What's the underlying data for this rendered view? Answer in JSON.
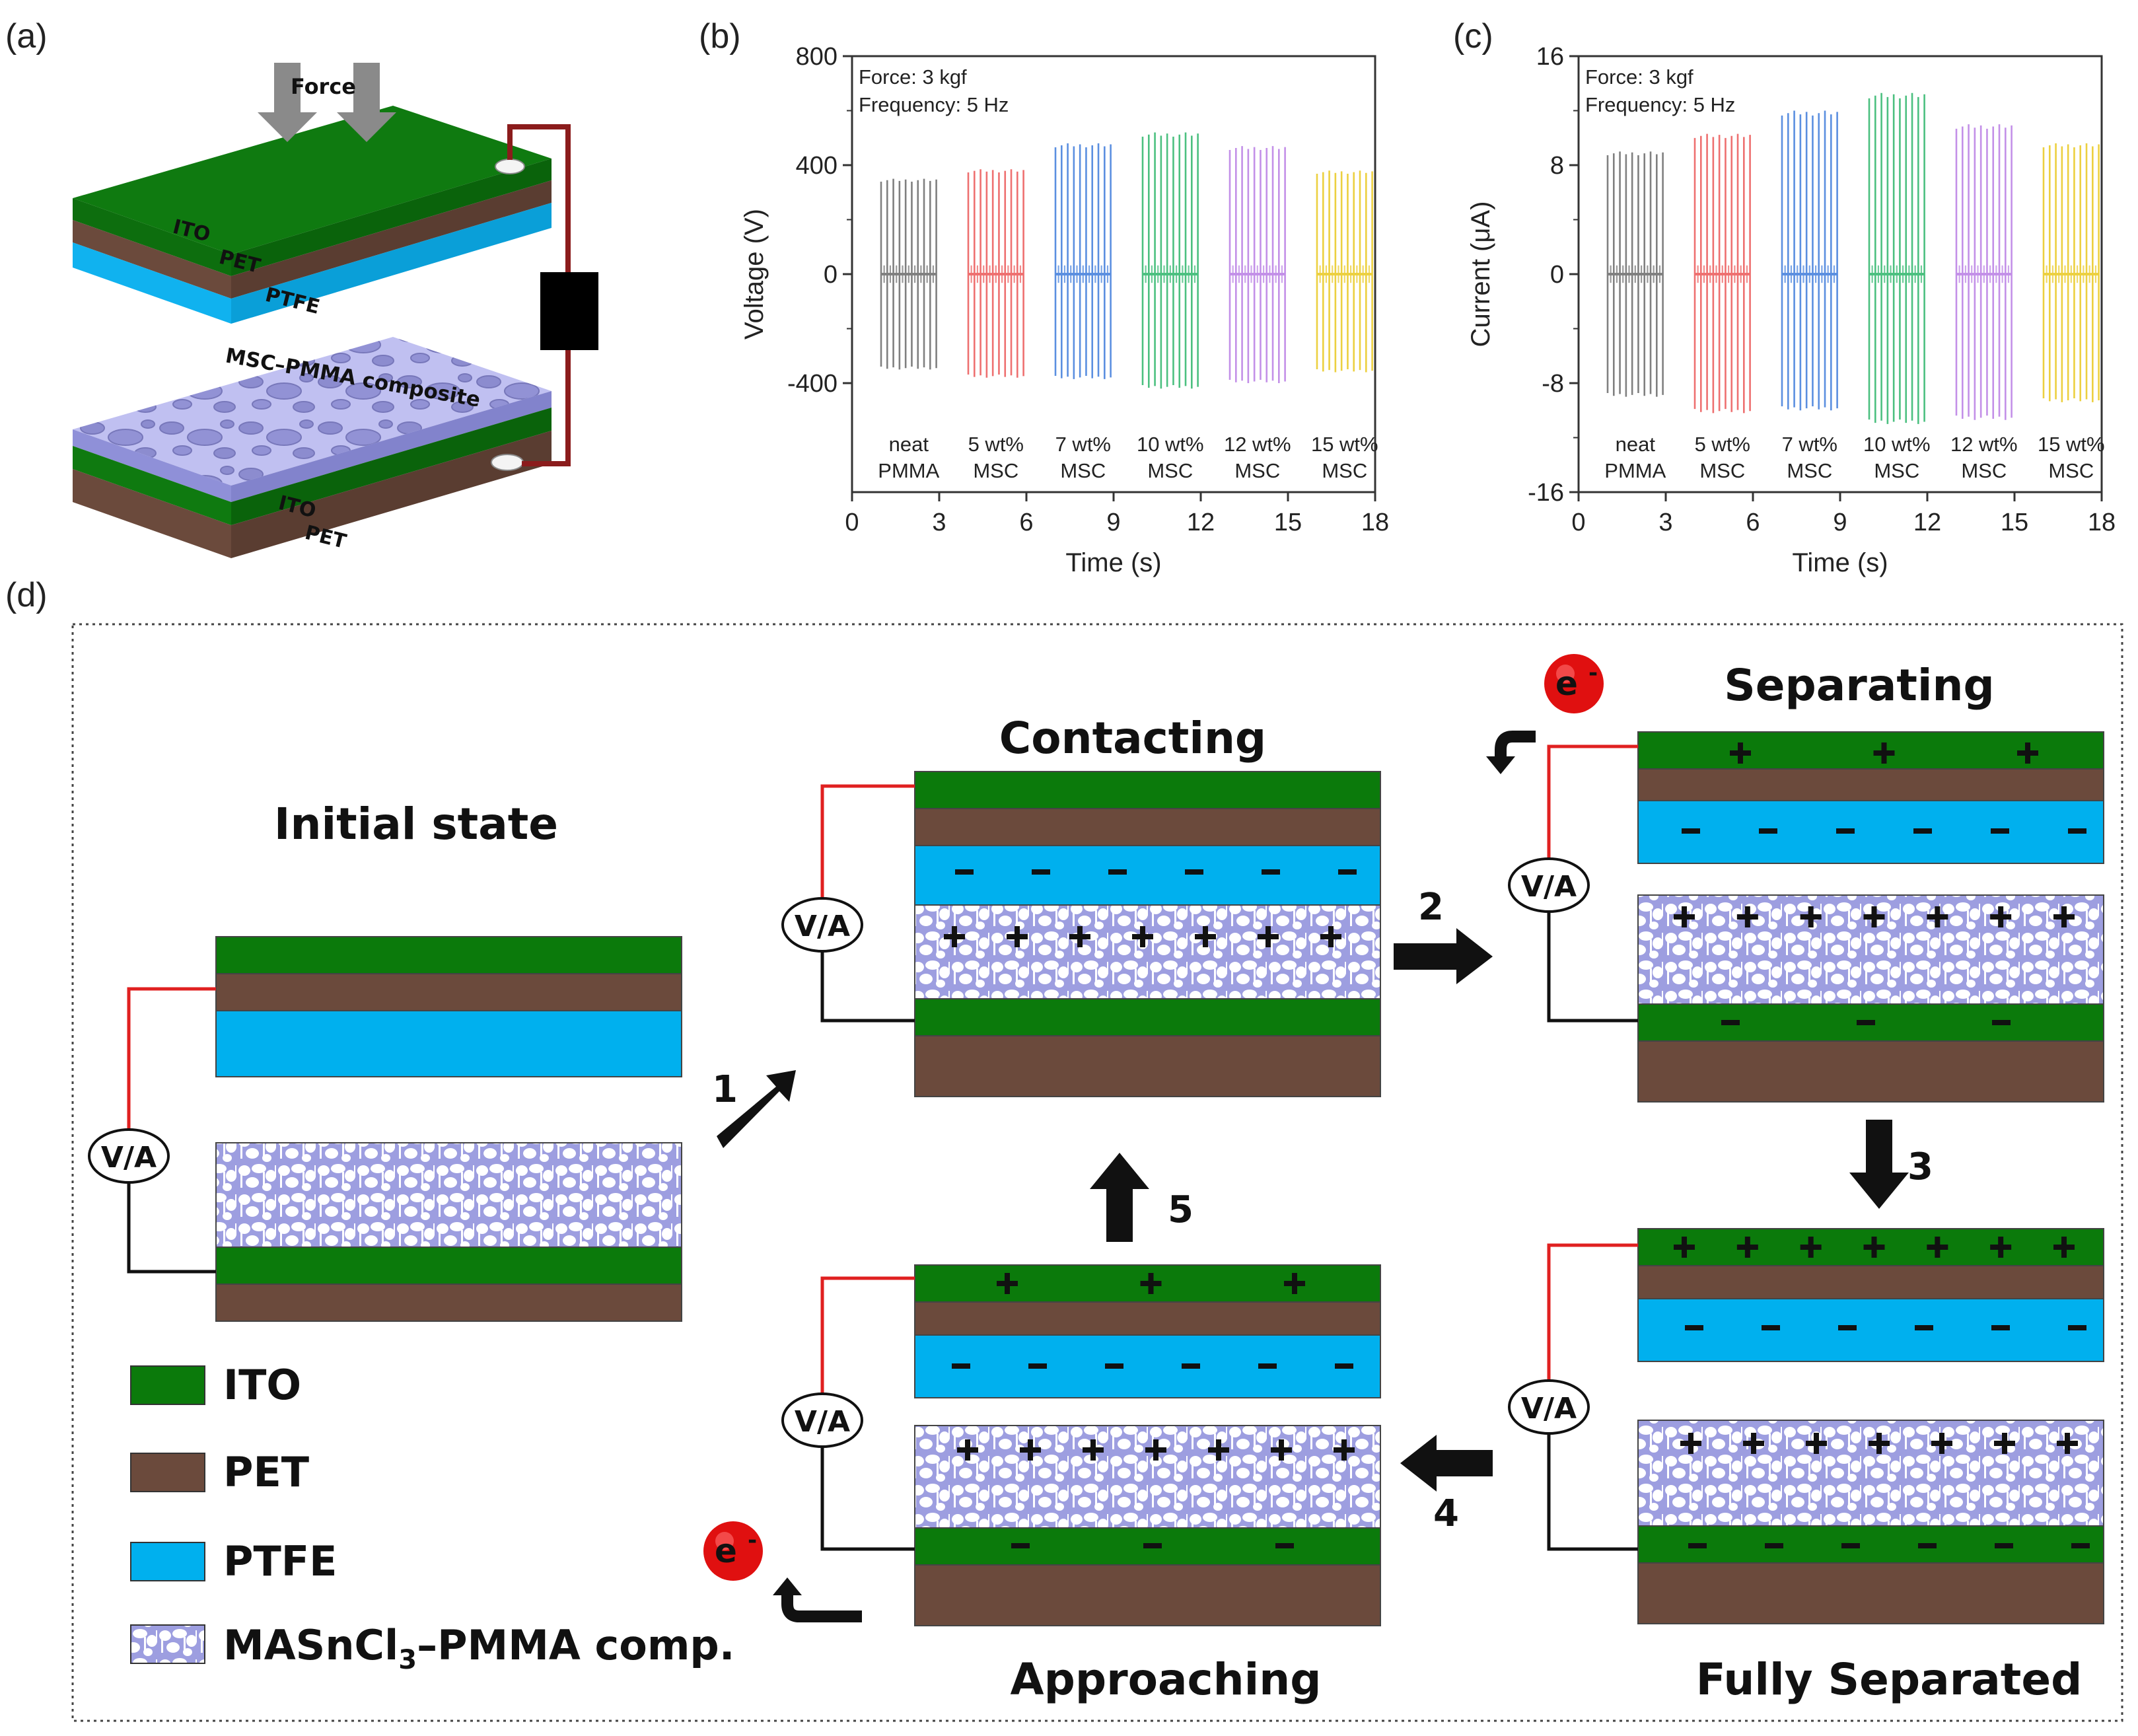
{
  "panels": {
    "a": {
      "label": "(a)",
      "force": "Force",
      "top_layers": [
        "ITO",
        "PET",
        "PTFE"
      ],
      "composite": "MSC–PMMA composite",
      "bottom_layers": [
        "ITO",
        "PET"
      ]
    },
    "b": {
      "label": "(b)"
    },
    "c": {
      "label": "(c)"
    },
    "d": {
      "label": "(d)",
      "states": {
        "initial": "Initial state",
        "contacting": "Contacting",
        "separating": "Separating",
        "fully_separated": "Fully Separated",
        "approaching": "Approaching"
      },
      "meter": "V/A",
      "electron": "e",
      "electron_sup": "-",
      "steps": [
        "1",
        "2",
        "3",
        "4",
        "5"
      ],
      "legend": [
        {
          "key": "ito",
          "label": "ITO"
        },
        {
          "key": "pet",
          "label": "PET"
        },
        {
          "key": "ptfe",
          "label": "PTFE"
        },
        {
          "key": "comp",
          "label": "MASnCl",
          "sub": "3",
          "rest": "–PMMA comp."
        }
      ]
    }
  },
  "colors": {
    "ito": "#0b7a0b",
    "pet": "#6b4a3c",
    "ptfe": "#00b0ee",
    "composite": "#9d9ee0",
    "electron": "#e01010",
    "wire_red": "#e02020"
  },
  "chart_data": [
    {
      "type": "line",
      "panel": "b",
      "annotation": [
        "Force: 3 kgf",
        "Frequency: 5 Hz"
      ],
      "xlabel": "Time (s)",
      "ylabel": "Voltage (V)",
      "xlim": [
        0,
        18
      ],
      "ylim": [
        -800,
        800
      ],
      "xticks": [
        0,
        3,
        6,
        9,
        12,
        15,
        18
      ],
      "yticks": [
        -400,
        0,
        400,
        800
      ],
      "ytick_labels": [
        "-400",
        "0",
        "400",
        "800"
      ],
      "series": [
        {
          "name": "neat PMMA",
          "label_lines": [
            "neat",
            "PMMA"
          ],
          "color": "#808080",
          "x_range": [
            1.0,
            2.9
          ],
          "peak_max": 350,
          "peak_min": -350
        },
        {
          "name": "5 wt% MSC",
          "label_lines": [
            "5 wt%",
            "MSC"
          ],
          "color": "#ee7070",
          "x_range": [
            4.0,
            5.9
          ],
          "peak_max": 385,
          "peak_min": -380
        },
        {
          "name": "7 wt% MSC",
          "label_lines": [
            "7 wt%",
            "MSC"
          ],
          "color": "#5b8fe0",
          "x_range": [
            7.0,
            8.9
          ],
          "peak_max": 480,
          "peak_min": -385
        },
        {
          "name": "10 wt% MSC",
          "label_lines": [
            "10 wt%",
            "MSC"
          ],
          "color": "#4cc080",
          "x_range": [
            10.0,
            11.9
          ],
          "peak_max": 520,
          "peak_min": -420
        },
        {
          "name": "12 wt% MSC",
          "label_lines": [
            "12 wt%",
            "MSC"
          ],
          "color": "#c390e8",
          "x_range": [
            13.0,
            14.9
          ],
          "peak_max": 470,
          "peak_min": -400
        },
        {
          "name": "15 wt% MSC",
          "label_lines": [
            "15 wt%",
            "MSC"
          ],
          "color": "#ecd040",
          "x_range": [
            16.0,
            17.9
          ],
          "peak_max": 380,
          "peak_min": -360
        }
      ]
    },
    {
      "type": "line",
      "panel": "c",
      "annotation": [
        "Force: 3 kgf",
        "Frequency: 5 Hz"
      ],
      "xlabel": "Time (s)",
      "ylabel": "Current (μA)",
      "xlim": [
        0,
        18
      ],
      "ylim": [
        -16,
        16
      ],
      "xticks": [
        0,
        3,
        6,
        9,
        12,
        15,
        18
      ],
      "yticks": [
        -16,
        -8,
        0,
        8,
        16
      ],
      "ytick_labels": [
        "-16",
        "-8",
        "0",
        "8",
        "16"
      ],
      "series": [
        {
          "name": "neat PMMA",
          "label_lines": [
            "neat",
            "PMMA"
          ],
          "color": "#808080",
          "x_range": [
            1.0,
            2.9
          ],
          "peak_max": 9.0,
          "peak_min": -9.0
        },
        {
          "name": "5 wt% MSC",
          "label_lines": [
            "5 wt%",
            "MSC"
          ],
          "color": "#ee7070",
          "x_range": [
            4.0,
            5.9
          ],
          "peak_max": 10.3,
          "peak_min": -10.2
        },
        {
          "name": "7 wt% MSC",
          "label_lines": [
            "7 wt%",
            "MSC"
          ],
          "color": "#5b8fe0",
          "x_range": [
            7.0,
            8.9
          ],
          "peak_max": 12.0,
          "peak_min": -10.0
        },
        {
          "name": "10 wt% MSC",
          "label_lines": [
            "10 wt%",
            "MSC"
          ],
          "color": "#4cc080",
          "x_range": [
            10.0,
            11.9
          ],
          "peak_max": 13.3,
          "peak_min": -11.0
        },
        {
          "name": "12 wt% MSC",
          "label_lines": [
            "12 wt%",
            "MSC"
          ],
          "color": "#c390e8",
          "x_range": [
            13.0,
            14.9
          ],
          "peak_max": 11.0,
          "peak_min": -10.7
        },
        {
          "name": "15 wt% MSC",
          "label_lines": [
            "15 wt%",
            "MSC"
          ],
          "color": "#ecd040",
          "x_range": [
            16.0,
            17.9
          ],
          "peak_max": 9.6,
          "peak_min": -9.4
        }
      ]
    }
  ]
}
